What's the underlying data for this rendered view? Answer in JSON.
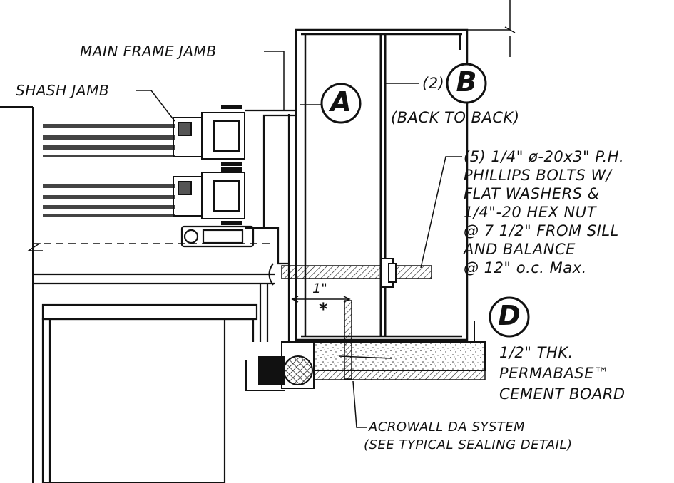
{
  "labels": {
    "main_frame_jamb": "MAIN FRAME JAMB",
    "shash_jamb": "SHASH JAMB",
    "tag_a": "A",
    "tag_b": "B",
    "tag_b_prefix": "(2)",
    "back_to_back": "(BACK TO BACK)",
    "bolts": [
      "(5) 1/4\" ø-20x3\" P.H.",
      "PHILLIPS BOLTS W/",
      "FLAT WASHERS &",
      "1/4\"-20 HEX NUT",
      "@ 7 1/2\" FROM SILL",
      "AND BALANCE",
      "@ 12\" o.c. Max."
    ],
    "tag_d": "D",
    "permabase": [
      "1/2\" THK.",
      "PERMABASE™",
      "CEMENT BOARD"
    ],
    "acrowall": [
      "ACROWALL DA SYSTEM",
      "(SEE TYPICAL SEALING DETAIL)"
    ],
    "dim_one_inch": "1\"",
    "asterisk": "*"
  },
  "colors": {
    "ink": "#111111",
    "glass": "#444444",
    "board_fill": "#d9d9d9"
  }
}
